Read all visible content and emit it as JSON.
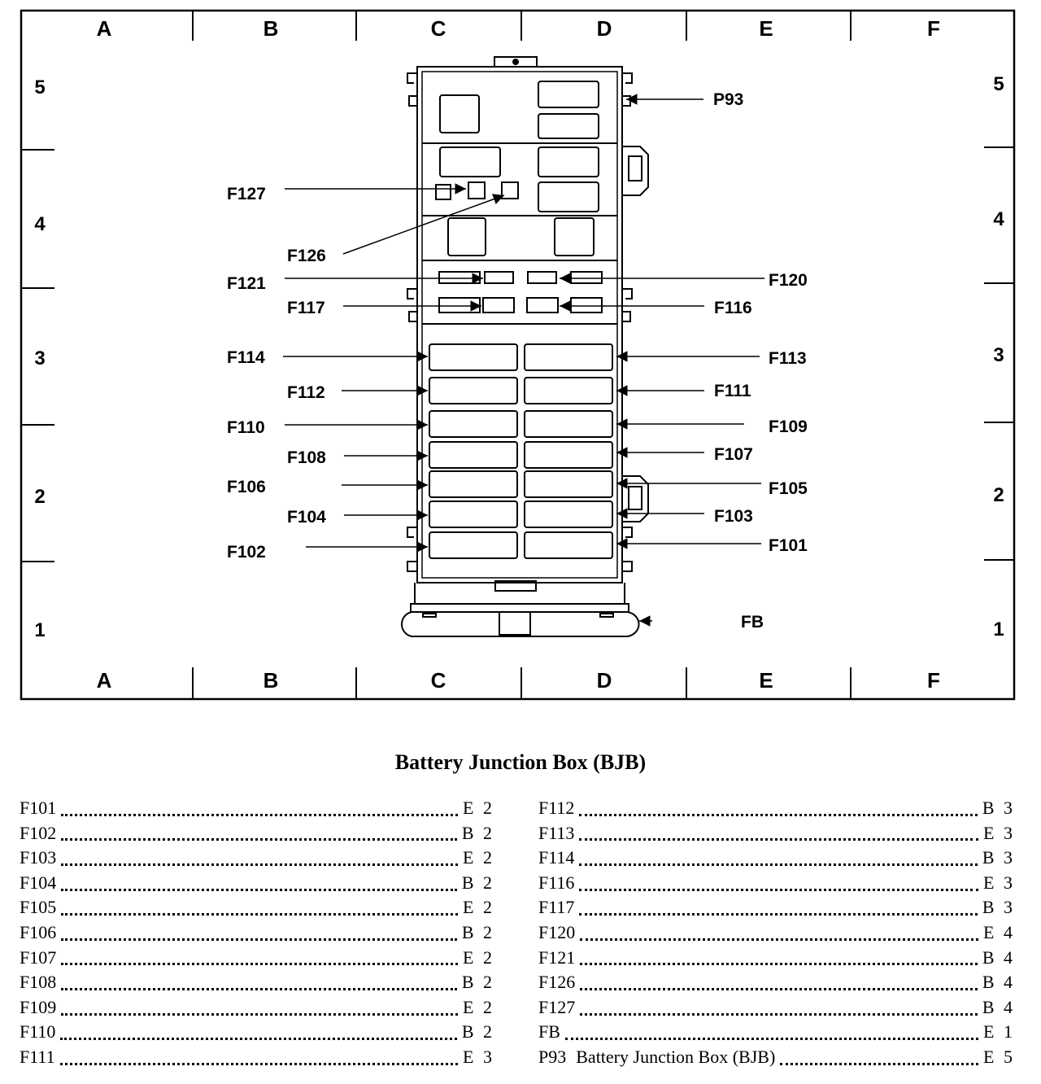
{
  "grid": {
    "columns": [
      "A",
      "B",
      "C",
      "D",
      "E",
      "F"
    ],
    "rows": [
      "5",
      "4",
      "3",
      "2",
      "1"
    ]
  },
  "callouts": {
    "P93": "P93",
    "F127": "F127",
    "F126": "F126",
    "F121": "F121",
    "F120": "F120",
    "F117": "F117",
    "F116": "F116",
    "F114": "F114",
    "F113": "F113",
    "F112": "F112",
    "F111": "F111",
    "F110": "F110",
    "F109": "F109",
    "F108": "F108",
    "F107": "F107",
    "F106": "F106",
    "F105": "F105",
    "F104": "F104",
    "F103": "F103",
    "F102": "F102",
    "F101": "F101",
    "FB": "FB"
  },
  "table": {
    "title": "Battery Junction Box (BJB)",
    "left": [
      {
        "code": "F101",
        "loc": "E 2"
      },
      {
        "code": "F102",
        "loc": "B 2"
      },
      {
        "code": "F103",
        "loc": "E 2"
      },
      {
        "code": "F104",
        "loc": "B 2"
      },
      {
        "code": "F105",
        "loc": "E 2"
      },
      {
        "code": "F106",
        "loc": "B 2"
      },
      {
        "code": "F107",
        "loc": "E 2"
      },
      {
        "code": "F108",
        "loc": "B 2"
      },
      {
        "code": "F109",
        "loc": "E 2"
      },
      {
        "code": "F110",
        "loc": "B 2"
      },
      {
        "code": "F111",
        "loc": "E 3"
      }
    ],
    "right": [
      {
        "code": "F112",
        "loc": "B 3"
      },
      {
        "code": "F113",
        "loc": "E 3"
      },
      {
        "code": "F114",
        "loc": "B 3"
      },
      {
        "code": "F116",
        "loc": "E 3"
      },
      {
        "code": "F117",
        "loc": "B 3"
      },
      {
        "code": "F120",
        "loc": "E 4"
      },
      {
        "code": "F121",
        "loc": "B 4"
      },
      {
        "code": "F126",
        "loc": "B 4"
      },
      {
        "code": "F127",
        "loc": "B 4"
      },
      {
        "code": "FB",
        "loc": "E 1"
      },
      {
        "code": "P93",
        "desc": "Battery Junction Box (BJB)",
        "loc": "E 5"
      }
    ]
  }
}
